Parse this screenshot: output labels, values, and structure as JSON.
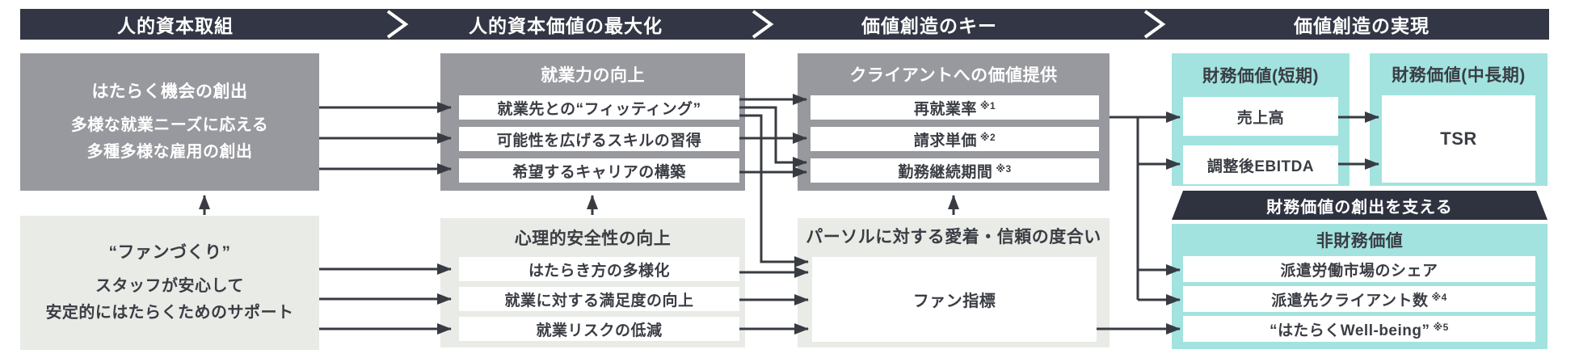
{
  "header": {
    "segments": [
      {
        "label": "人的資本取組"
      },
      {
        "label": "人的資本価値の最大化"
      },
      {
        "label": "価値創造のキー"
      },
      {
        "label": "価値創造の実現"
      }
    ]
  },
  "col1": {
    "top": {
      "title": "はたらく機会の創出",
      "lines": [
        "多様な就業ニーズに応える",
        "多種多様な雇用の創出"
      ]
    },
    "bottom": {
      "title": "“ファンづくり”",
      "lines": [
        "スタッフが安心して",
        "安定的にはたらくためのサポート"
      ]
    }
  },
  "col2": {
    "top": {
      "title": "就業力の向上",
      "rows": [
        "就業先との“フィッティング”",
        "可能性を広げるスキルの習得",
        "希望するキャリアの構築"
      ]
    },
    "bottom": {
      "title": "心理的安全性の向上",
      "rows": [
        "はたらき方の多様化",
        "就業に対する満足度の向上",
        "就業リスクの低減"
      ]
    }
  },
  "col3": {
    "top": {
      "title": "クライアントへの価値提供",
      "rows": [
        {
          "text": "再就業率",
          "note": "※1"
        },
        {
          "text": "請求単価",
          "note": "※2"
        },
        {
          "text": "勤務継続期間",
          "note": "※3"
        }
      ]
    },
    "bottom": {
      "title": "パーソルに対する愛着・信頼の度合い",
      "box": "ファン指標"
    }
  },
  "col4": {
    "fin_short": {
      "title": "財務価値(短期)",
      "rows": [
        "売上高",
        "調整後EBITDA"
      ]
    },
    "fin_long": {
      "title": "財務価値(中長期)",
      "box": "TSR"
    },
    "banner": "財務価値の創出を支える",
    "non_fin": {
      "title": "非財務価値",
      "rows": [
        {
          "text": "派遣労働市場のシェア",
          "note": ""
        },
        {
          "text": "派遣先クライアント数",
          "note": "※4"
        },
        {
          "text": "“はたらくWell-being”",
          "note": "※5"
        }
      ]
    }
  },
  "colors": {
    "header_dark": "#333745",
    "banner_dark": "#2f3340",
    "gray_box": "#98999e",
    "light_box": "#e9ebe6",
    "teal_box": "#a2e3df",
    "row_white": "#ffffff",
    "line": "#383b42",
    "text_dark": "#3a3d44"
  }
}
